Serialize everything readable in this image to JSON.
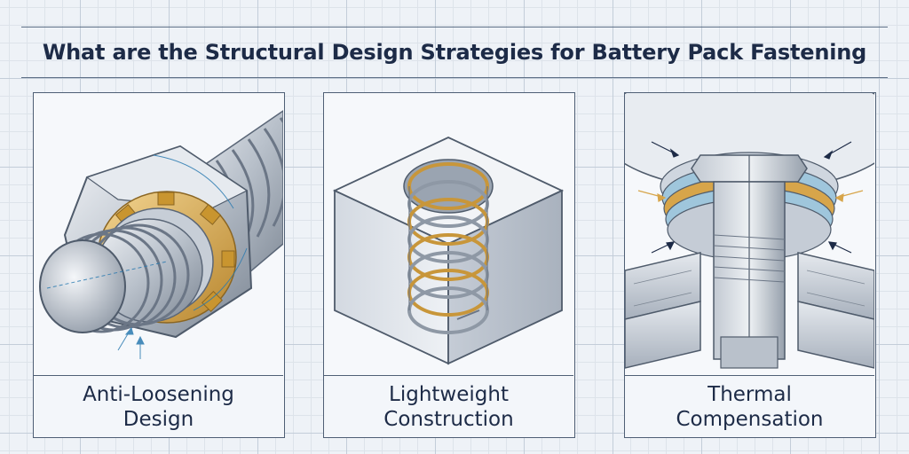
{
  "title": "What are the Structural Design Strategies for Battery Pack Fastening",
  "panels": [
    {
      "label_line1": "Anti-Loosening",
      "label_line2": "Design",
      "icon": "nut-bolt-lock-washer-icon"
    },
    {
      "label_line1": "Lightweight",
      "label_line2": "Construction",
      "icon": "thread-insert-block-icon"
    },
    {
      "label_line1": "Thermal",
      "label_line2": "Compensation",
      "icon": "bolt-washer-stack-icon"
    }
  ],
  "colors": {
    "title": "#1d2b47",
    "outline": "#4f5f75",
    "accent_gold": "#d7a54a",
    "accent_blue": "#2a7ab0"
  }
}
